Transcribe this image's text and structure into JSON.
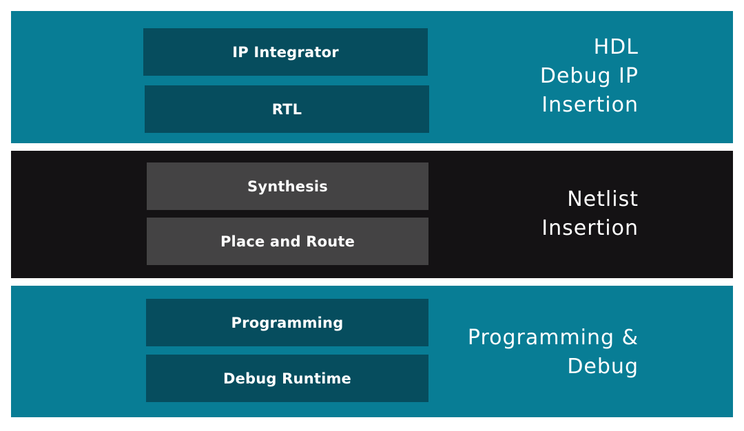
{
  "bands": [
    {
      "label_lines": [
        "HDL",
        "Debug IP",
        "Insertion"
      ],
      "boxes": [
        "IP Integrator",
        "RTL"
      ]
    },
    {
      "label_lines": [
        "Netlist",
        "Insertion"
      ],
      "boxes": [
        "Synthesis",
        "Place and Route"
      ]
    },
    {
      "label_lines": [
        "Programming &",
        "Debug"
      ],
      "boxes": [
        "Programming",
        "Debug Runtime"
      ]
    }
  ],
  "colors": {
    "teal_band": "#087d95",
    "teal_box": "#064d5e",
    "dark_band": "#141214",
    "gray_box": "#444344"
  }
}
